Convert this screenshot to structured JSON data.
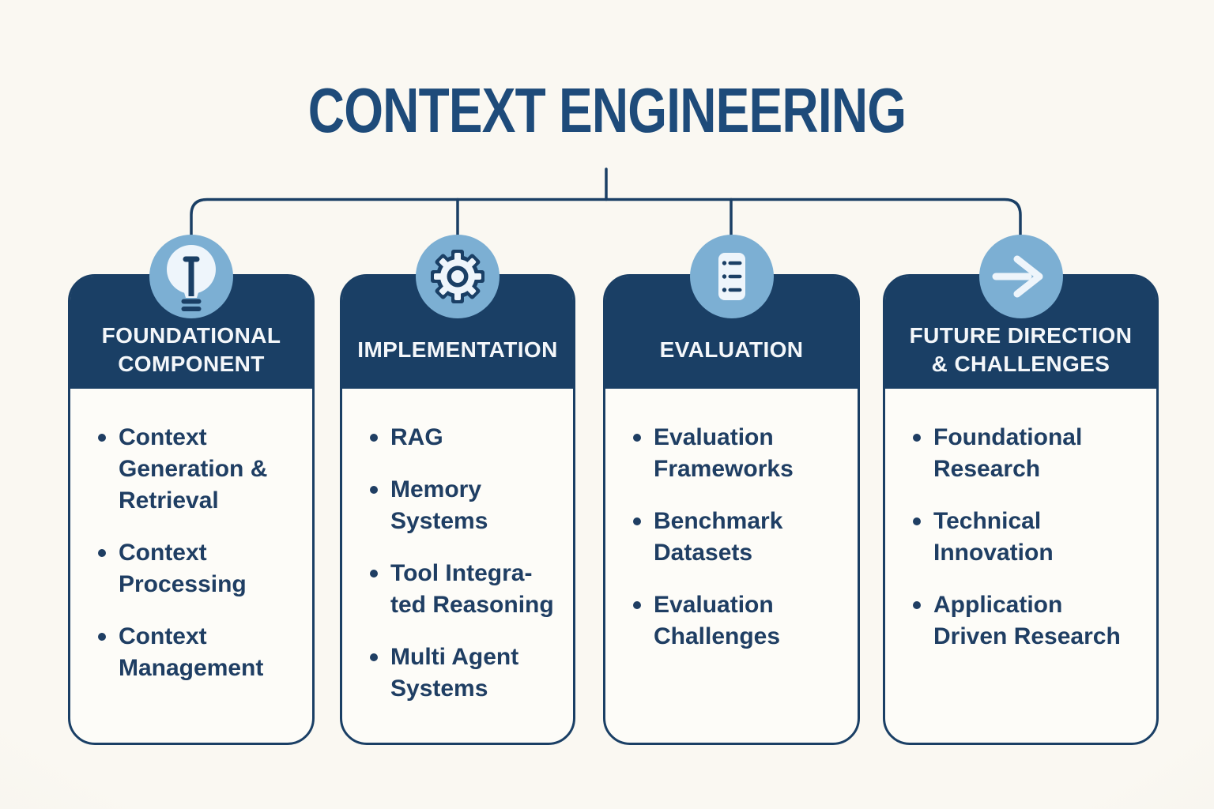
{
  "title": "CONTEXT ENGINEERING",
  "columns": [
    {
      "id": "foundational-component",
      "icon": "lightbulb-icon",
      "header": "FOUNDATIONAL\nCOMPONENT",
      "items": [
        "Context\nGeneration &\nRetrieval",
        "Context\nProcessing",
        "Context\nManagement"
      ]
    },
    {
      "id": "implementation",
      "icon": "gear-icon",
      "header": "IMPLEMENTATION",
      "items": [
        "RAG",
        "Memory\nSystems",
        "Tool Integra-\nted Reasoning",
        "Multi Agent\nSystems"
      ]
    },
    {
      "id": "evaluation",
      "icon": "list-icon",
      "header": "EVALUATION",
      "items": [
        "Evaluation\nFrameworks",
        "Benchmark\nDatasets",
        "Evaluation\nChallenges"
      ]
    },
    {
      "id": "future-direction-challenges",
      "icon": "arrow-right-icon",
      "header": "FUTURE DIRECTION\n& CHALLENGES",
      "items": [
        "Foundational\nResearch",
        "Technical\nInnovation",
        "Application\nDriven Research"
      ]
    }
  ],
  "colors": {
    "navy": "#1a3f65",
    "title_blue": "#1e4b7a",
    "circle_blue": "#7cafd3",
    "icon_fill": "#eef5fb",
    "card_bg": "#fdfcf8",
    "page_bg": "#faf8f2",
    "header_text": "#f4f7fa",
    "item_text": "#1f3e63"
  }
}
